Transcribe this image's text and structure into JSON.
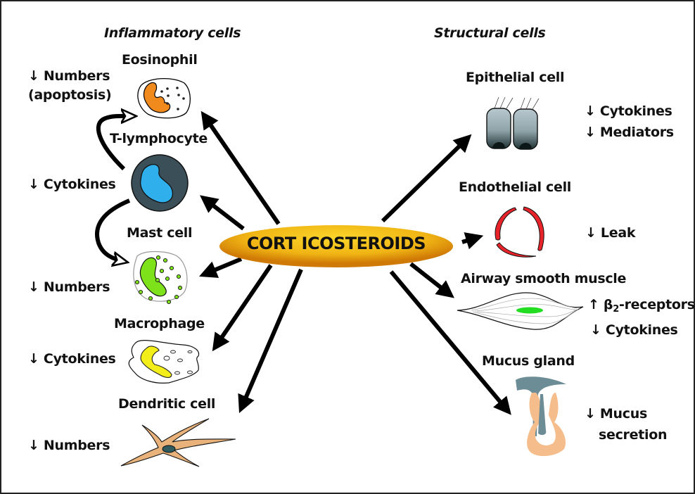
{
  "center": {
    "label": "CORT ICOSTEROIDS",
    "fill_light": "#f6c416",
    "fill_dark": "#cf7a06"
  },
  "headers": {
    "inflammatory": "Inflammatory cells",
    "structural": "Structural cells"
  },
  "inflammatory_cells": [
    {
      "name": "Eosinophil",
      "effect_lines": [
        "↓ Numbers",
        "(apoptosis)"
      ],
      "color": "#f08a1c"
    },
    {
      "name": "T-lymphocyte",
      "effect_lines": [
        "↓ Cytokines"
      ],
      "color": "#2fb0ec",
      "outer_color": "#3a4f58"
    },
    {
      "name": "Mast cell",
      "effect_lines": [
        "↓ Numbers"
      ],
      "color": "#7ee21a"
    },
    {
      "name": "Macrophage",
      "effect_lines": [
        "↓ Cytokines"
      ],
      "color": "#f3ee1a"
    },
    {
      "name": "Dendritic cell",
      "effect_lines": [
        "↓ Numbers"
      ],
      "color": "#e8b27a",
      "nucleus_color": "#2f5a5e"
    }
  ],
  "structural_cells": [
    {
      "name": "Epithelial cell",
      "effect_lines": [
        "↓ Cytokines",
        "↓ Mediators"
      ],
      "color": "#aabcc2"
    },
    {
      "name": "Endothelial cell",
      "effect_lines": [
        "↓ Leak"
      ],
      "color": "#e8232a"
    },
    {
      "name": "Airway smooth muscle",
      "effect_lines": [
        "↑ β",
        "-receptors",
        "↓ Cytokines"
      ],
      "subscript": "2",
      "color": "#22dd22"
    },
    {
      "name": "Mucus gland",
      "effect_lines": [
        "↓ Mucus",
        "secretion"
      ],
      "color": "#f6bd8c",
      "duct_color": "#6d8d96"
    }
  ]
}
